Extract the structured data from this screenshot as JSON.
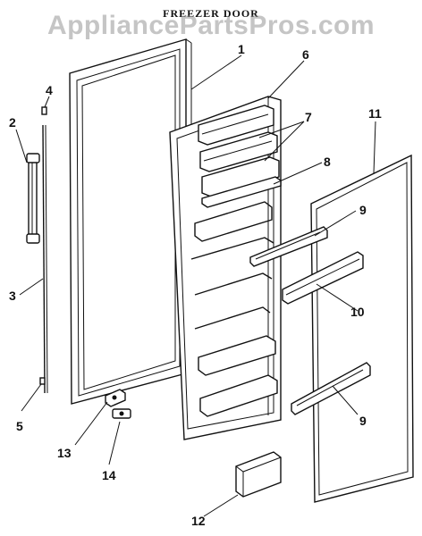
{
  "diagram": {
    "title": "FREEZER DOOR",
    "watermark": "AppliancePartsPros.com",
    "callouts": [
      "1",
      "2",
      "3",
      "4",
      "5",
      "6",
      "7",
      "8",
      "9",
      "9",
      "10",
      "11",
      "12",
      "13",
      "14"
    ]
  }
}
